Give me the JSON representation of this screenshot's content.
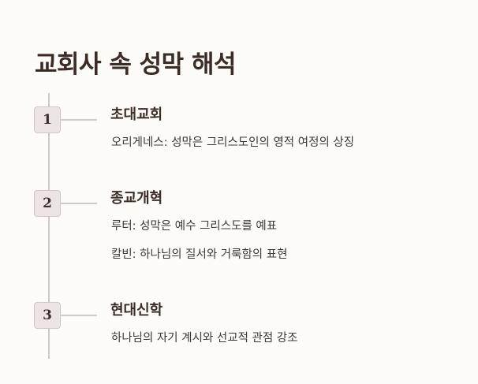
{
  "page": {
    "title": "교회사 속 성막 해석"
  },
  "timeline": {
    "steps": [
      {
        "number": "1",
        "title": "초대교회",
        "lines": [
          "오리게네스: 성막은 그리스도인의 영적 여정의 상징"
        ]
      },
      {
        "number": "2",
        "title": "종교개혁",
        "lines": [
          "루터: 성막은 예수 그리스도를 예표",
          "칼빈: 하나님의 질서와 거룩함의 표현"
        ]
      },
      {
        "number": "3",
        "title": "현대신학",
        "lines": [
          "하나님의 자기 계시와 선교적 관점 강조"
        ]
      }
    ]
  }
}
